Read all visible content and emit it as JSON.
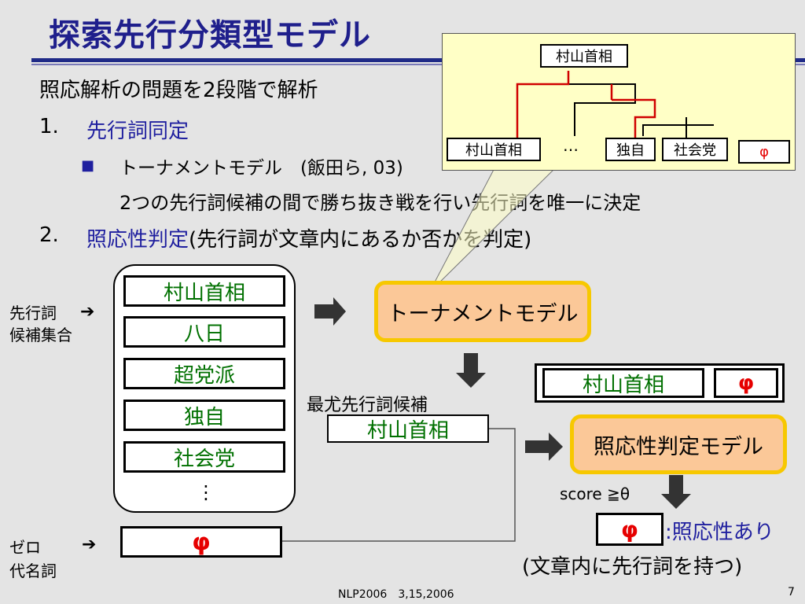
{
  "title": "探索先行分類型モデル",
  "intro": "照応解析の問題を2段階で解析",
  "steps": {
    "s1_num": "1.",
    "s1_label": "先行詞同定",
    "s1_bullet": "■",
    "s1_sub1": "トーナメントモデル　(飯田ら, 03)",
    "s1_sub2": "2つの先行詞候補の間で勝ち抜き戦を行い先行詞を唯一に決定",
    "s2_num": "2.",
    "s2_label": "照応性判定",
    "s2_rest": "(先行詞が文章内にあるか否かを判定)"
  },
  "inset": {
    "top": "村山首相",
    "left": "村山首相",
    "dots": "…",
    "mid1": "独自",
    "mid2": "社会党",
    "phi": "φ"
  },
  "left_labels": {
    "cand_set_1": "先行詞",
    "cand_set_2": "候補集合",
    "zero_1": "ゼロ",
    "zero_2": "代名詞",
    "arrow": "➔"
  },
  "candidates": [
    "村山首相",
    "八日",
    "超党派",
    "独自",
    "社会党"
  ],
  "cand_more": "⋮",
  "zero_phi": "φ",
  "tournament_model": "トーナメントモデル",
  "best_label": "最尤先行詞候補",
  "best_value": "村山首相",
  "pair_left": "村山首相",
  "pair_right": "φ",
  "anaphoricity_model": "照応性判定モデル",
  "score": "score ≧θ",
  "result_phi": "φ",
  "result_text": ":照応性あり",
  "result_sub": "(文章内に先行詞を持つ)",
  "footer": "NLP2006　3,15,2006",
  "page_num": "7"
}
